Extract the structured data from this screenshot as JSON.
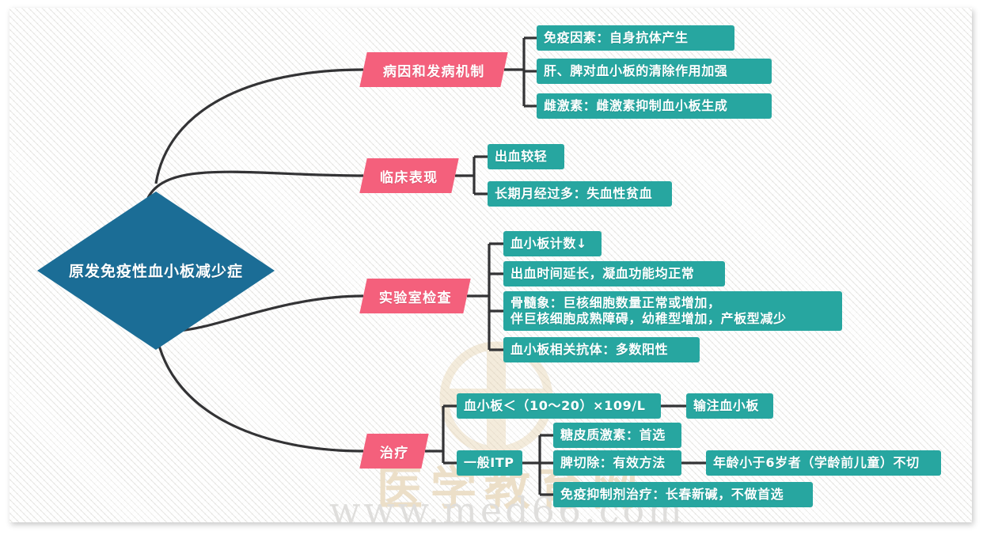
{
  "root": {
    "label": "原发免疫性血小板减少症"
  },
  "watermark": {
    "brand_cn": "医学教育网",
    "url": "www.med66.com",
    "logo_icon": "medical-cross-circle-icon"
  },
  "colors": {
    "root_fill": "#1b6d96",
    "branch_fill": "#f4607c",
    "leaf_fill": "#27a6a0",
    "connector": "#333335",
    "canvas": "#f2f1ef",
    "text": "#ffffff"
  },
  "branches": [
    {
      "label": "病因和发病机制",
      "children": [
        {
          "label": "免疫因素：自身抗体产生"
        },
        {
          "label": "肝、脾对血小板的清除作用加强"
        },
        {
          "label": "雌激素：雌激素抑制血小板生成"
        }
      ]
    },
    {
      "label": "临床表现",
      "children": [
        {
          "label": "出血较轻"
        },
        {
          "label": "长期月经过多：失血性贫血"
        }
      ]
    },
    {
      "label": "实验室检查",
      "children": [
        {
          "label": "血小板计数↓"
        },
        {
          "label": "出血时间延长，凝血功能均正常"
        },
        {
          "label": "骨髓象：巨核细胞数量正常或增加，\n伴巨核细胞成熟障碍，幼稚型增加，产板型减少"
        },
        {
          "label": "血小板相关抗体：多数阳性"
        }
      ]
    },
    {
      "label": "治疗",
      "children": [
        {
          "label": "血小板＜（10～20）×109/L",
          "children": [
            {
              "label": "输注血小板"
            }
          ]
        },
        {
          "label": "一般ITP",
          "children": [
            {
              "label": "糖皮质激素：首选"
            },
            {
              "label": "脾切除：有效方法",
              "children": [
                {
                  "label": "年龄小于6岁者（学龄前儿童）不切"
                }
              ]
            },
            {
              "label": "免疫抑制剂治疗：长春新碱，不做首选"
            }
          ]
        }
      ]
    }
  ]
}
